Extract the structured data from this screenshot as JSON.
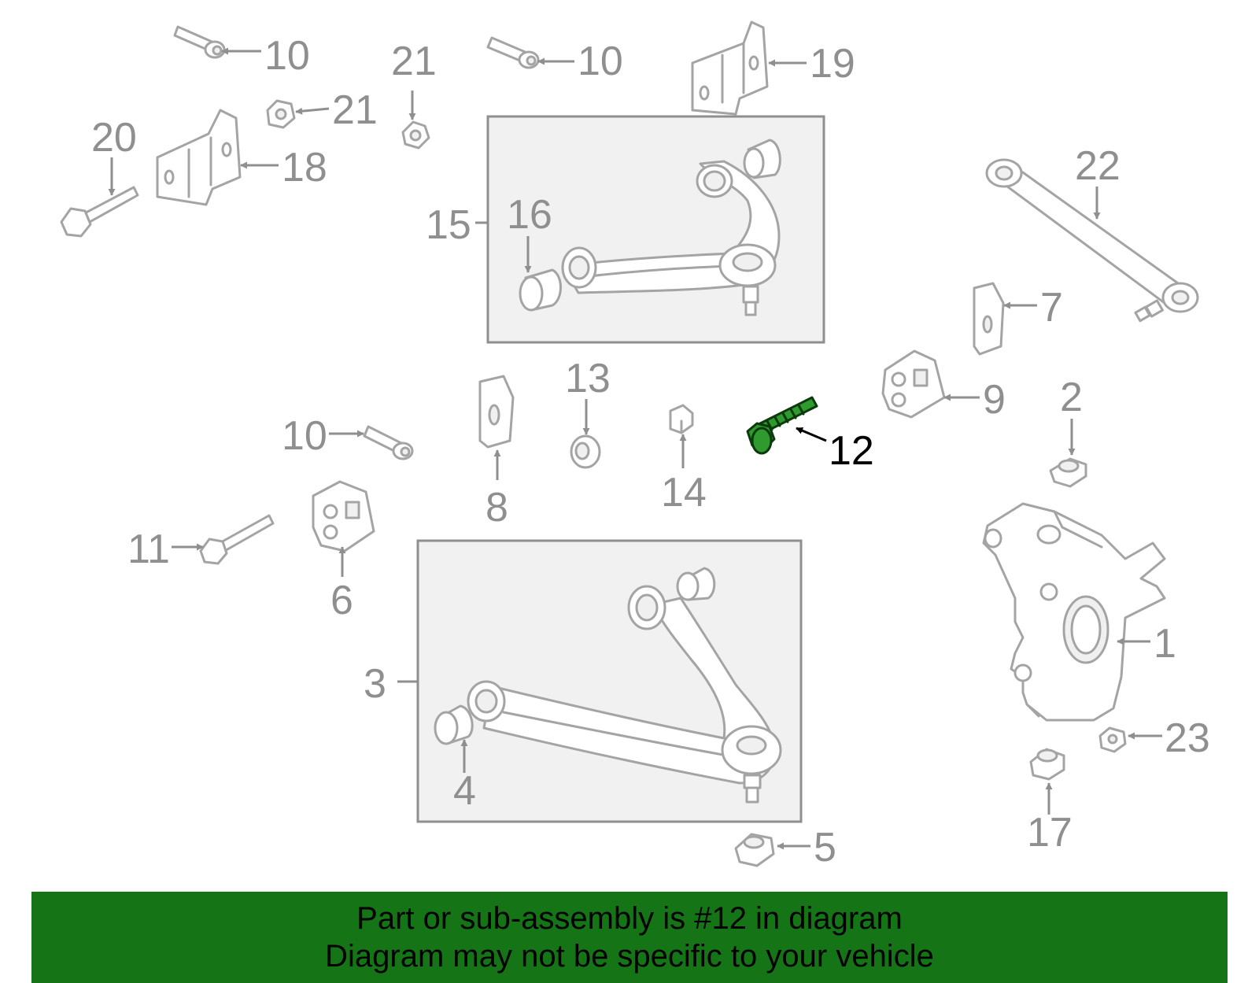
{
  "diagram": {
    "highlight_color": "#2f9b2f",
    "highlighted_callout": "12",
    "callouts": {
      "c1": "1",
      "c2": "2",
      "c3": "3",
      "c4": "4",
      "c5": "5",
      "c6": "6",
      "c7": "7",
      "c8": "8",
      "c9": "9",
      "c10a": "10",
      "c10b": "10",
      "c10c": "10",
      "c11": "11",
      "c12": "12",
      "c13": "13",
      "c14": "14",
      "c15": "15",
      "c16": "16",
      "c17": "17",
      "c18": "18",
      "c19": "19",
      "c20": "20",
      "c21a": "21",
      "c21b": "21",
      "c22": "22",
      "c23": "23"
    }
  },
  "banner": {
    "background": "#157415",
    "line1": "Part or sub-assembly is #12 in diagram",
    "line2": "Diagram may not be specific to your vehicle"
  }
}
